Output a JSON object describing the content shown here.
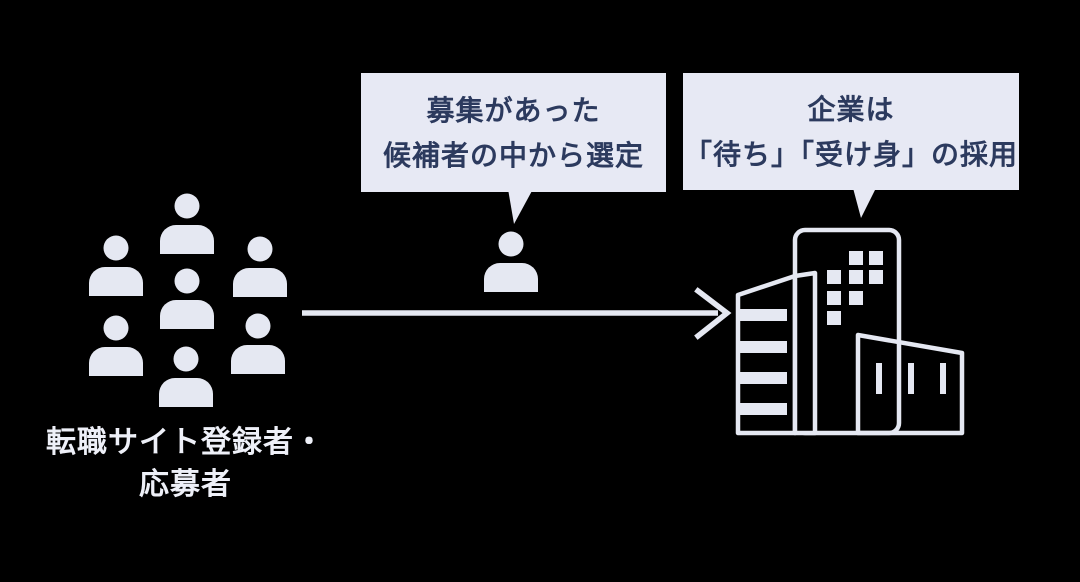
{
  "diagram": {
    "title_implicit": "job-site passive recruitment flow",
    "background_color": "#000000",
    "accent_light": "#e5e8f2",
    "bubble_fill": "#e7e9f4",
    "bubble_text_color": "#2c3a5e",
    "label_text_color": "#eef0f8",
    "left_group": {
      "icon": "person-group-icon",
      "person_count": 7,
      "label_line1": "転職サイト登録者・",
      "label_line2": "応募者"
    },
    "candidate_bubble": {
      "line1": "募集があった",
      "line2": "候補者の中から選定",
      "points_to": "candidate-person-icon"
    },
    "company_bubble": {
      "line1": "企業は",
      "line2": "「待ち」「受け身」の採用",
      "points_to": "company-building-icon"
    },
    "arrow": {
      "direction": "left-to-right",
      "from": "applicant-group",
      "to": "company-building"
    }
  }
}
